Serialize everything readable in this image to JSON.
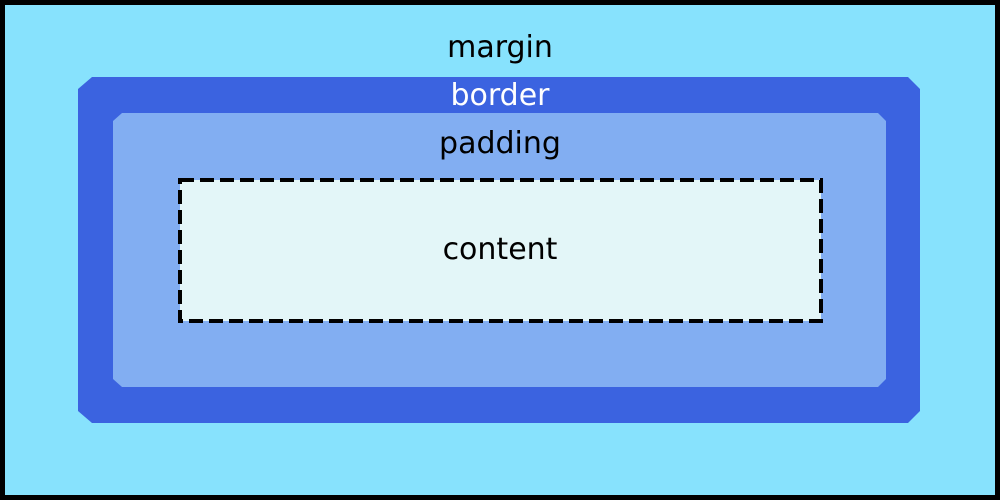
{
  "labels": {
    "margin": "margin",
    "border": "border",
    "padding": "padding",
    "content": "content"
  },
  "colors": {
    "margin": "#87E2FD",
    "border": "#3B63E0",
    "padding": "#82AEF2",
    "content": "#E3F6F8",
    "outline": "#000000",
    "text_dark": "#000000",
    "text_light": "#FFFFFF"
  }
}
